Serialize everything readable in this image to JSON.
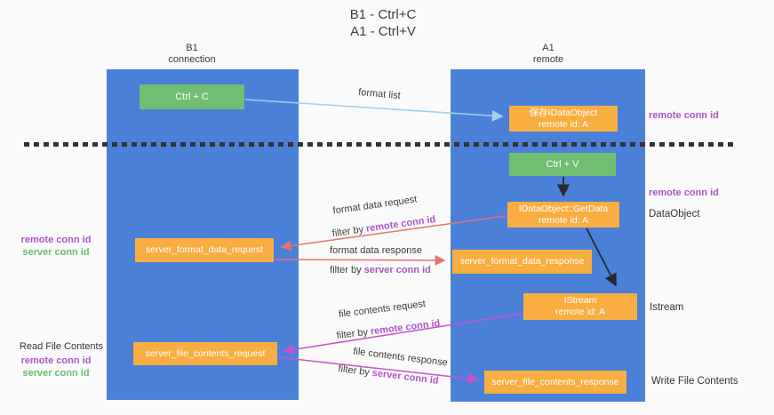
{
  "title": {
    "line1": "B1 - Ctrl+C",
    "line2": "A1 - Ctrl+V"
  },
  "lanes": {
    "left": {
      "name": "B1",
      "role": "connection"
    },
    "right": {
      "name": "A1",
      "role": "remote"
    }
  },
  "nodes": {
    "ctrl_c": {
      "label": "Ctrl + C"
    },
    "stored_dataobject": {
      "line1": "保存IDataObject",
      "line2": "remote id: A"
    },
    "ctrl_v": {
      "label": "Ctrl + V"
    },
    "getdata": {
      "line1": "IDataObject::GetData",
      "line2": "remote id: A"
    },
    "format_request": {
      "label": "server_format_data_request"
    },
    "format_response": {
      "label": "server_format_data_response"
    },
    "istream": {
      "line1": "IStream",
      "line2": "remote id: A"
    },
    "file_request": {
      "label": "server_file_contents_request"
    },
    "file_response": {
      "label": "server_file_contents_response"
    }
  },
  "flow_labels": {
    "format_list": "format list",
    "format_data_request": "format data request",
    "format_data_response": "format data response",
    "file_contents_request": "file contents request",
    "file_contents_response": "file contents response",
    "filter_by": "filter by ",
    "remote_conn_id": "remote conn id",
    "server_conn_id": "server conn id"
  },
  "side_labels": {
    "remote_conn_id": "remote conn id",
    "server_conn_id": "server conn id",
    "dataobject": "DataObject",
    "istream": "Istream",
    "read_file_contents": "Read File Contents",
    "write_file_contents": "Write File Contents"
  },
  "colors": {
    "background": "#fafafa",
    "lane_blue": "#4a80d8",
    "node_orange": "#f9ae41",
    "node_green": "#6fbe72",
    "arrow_red": "#e87272",
    "arrow_magenta": "#c853c8",
    "arrow_light_blue": "#a8cdee",
    "arrow_black": "#2b2b2b",
    "dash_line": "#333333",
    "label_purple": "#ab55cb",
    "label_green": "#68bd6e",
    "text_dark": "#3c3c3c"
  }
}
